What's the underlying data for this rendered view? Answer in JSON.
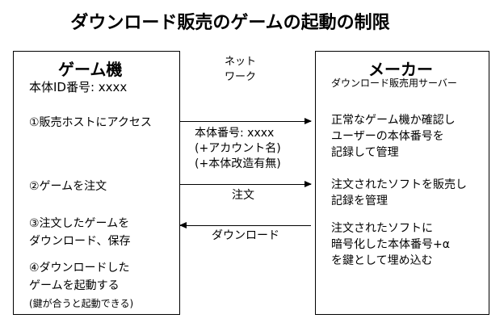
{
  "title": "ダウンロード販売のゲームの起動の制限",
  "left_box": {
    "header": "ゲーム機",
    "id_line": "本体ID番号: xxxx",
    "steps": [
      "①販売ホストにアクセス",
      "②ゲームを注文",
      "③注文したゲームを",
      "ダウンロード、保存",
      "④ダウンロードした",
      "ゲームを起動する",
      "(鍵が合うと起動できる)"
    ]
  },
  "network": {
    "label_line1": "ネット",
    "label_line2": "ワーク",
    "msg1_lines": [
      "本体番号: xxxx",
      "(+アカウント名)",
      "(+本体改造有無)"
    ],
    "msg2": "注文",
    "msg3": "ダウンロード"
  },
  "right_box": {
    "header": "メーカー",
    "subheader": "ダウンロード販売用サーバー",
    "block1": [
      "正常なゲーム機か確認し",
      "ユーザーの本体番号を",
      "記録して管理"
    ],
    "block2": [
      "注文されたソフトを販売し",
      "記録を管理"
    ],
    "block3": [
      "注文されたソフトに",
      "暗号化した本体番号+α",
      "を鍵として埋め込む"
    ]
  }
}
